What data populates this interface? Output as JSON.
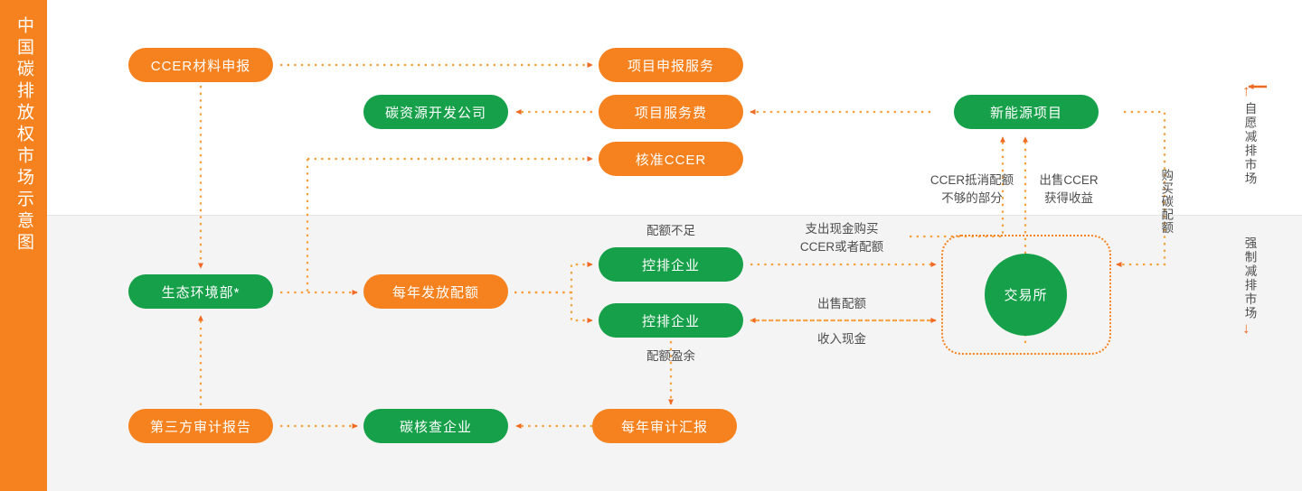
{
  "rail": {
    "title": "中国碳排放权市场示意图",
    "bg": "#f5821f"
  },
  "palette": {
    "orange": "#f5821f",
    "green": "#17a04a",
    "band_top": "#ffffff",
    "band_bottom": "#f4f4f4",
    "label_text": "#4d4d4d"
  },
  "nodes": {
    "ccer_material": "CCER材料申报",
    "project_apply_service": "项目申报服务",
    "carbon_dev_company": "碳资源开发公司",
    "project_service_fee": "项目服务费",
    "approve_ccer": "核准CCER",
    "new_energy_project": "新能源项目",
    "mee": "生态环境部*",
    "annual_quota": "每年发放配额",
    "controlled_enterprise_1": "控排企业",
    "controlled_enterprise_2": "控排企业",
    "exchange": "交易所",
    "third_party_audit_report": "第三方审计报告",
    "carbon_verify_company": "碳核查企业",
    "annual_audit_report": "每年审计汇报"
  },
  "edge_labels": {
    "ccer_offset_shortfall": "CCER抵消配额\n不够的部分",
    "ccer_offset_shortfall_l1": "CCER抵消配额",
    "ccer_offset_shortfall_l2": "不够的部分",
    "sell_ccer_income_l1": "出售CCER",
    "sell_ccer_income_l2": "获得收益",
    "buy_carbon_quota": "购买碳配额",
    "quota_shortage": "配额不足",
    "quota_surplus": "配额盈余",
    "pay_cash_buy_l1": "支出现金购买",
    "pay_cash_buy_l2": "CCER或者配额",
    "sell_quota": "出售配额",
    "receive_cash": "收入现金"
  },
  "market_labels": {
    "voluntary": "自愿减排市场",
    "mandatory": "强制减排市场",
    "voluntary_arrow": "up-arrow-icon",
    "mandatory_arrow": "down-arrow-icon"
  }
}
